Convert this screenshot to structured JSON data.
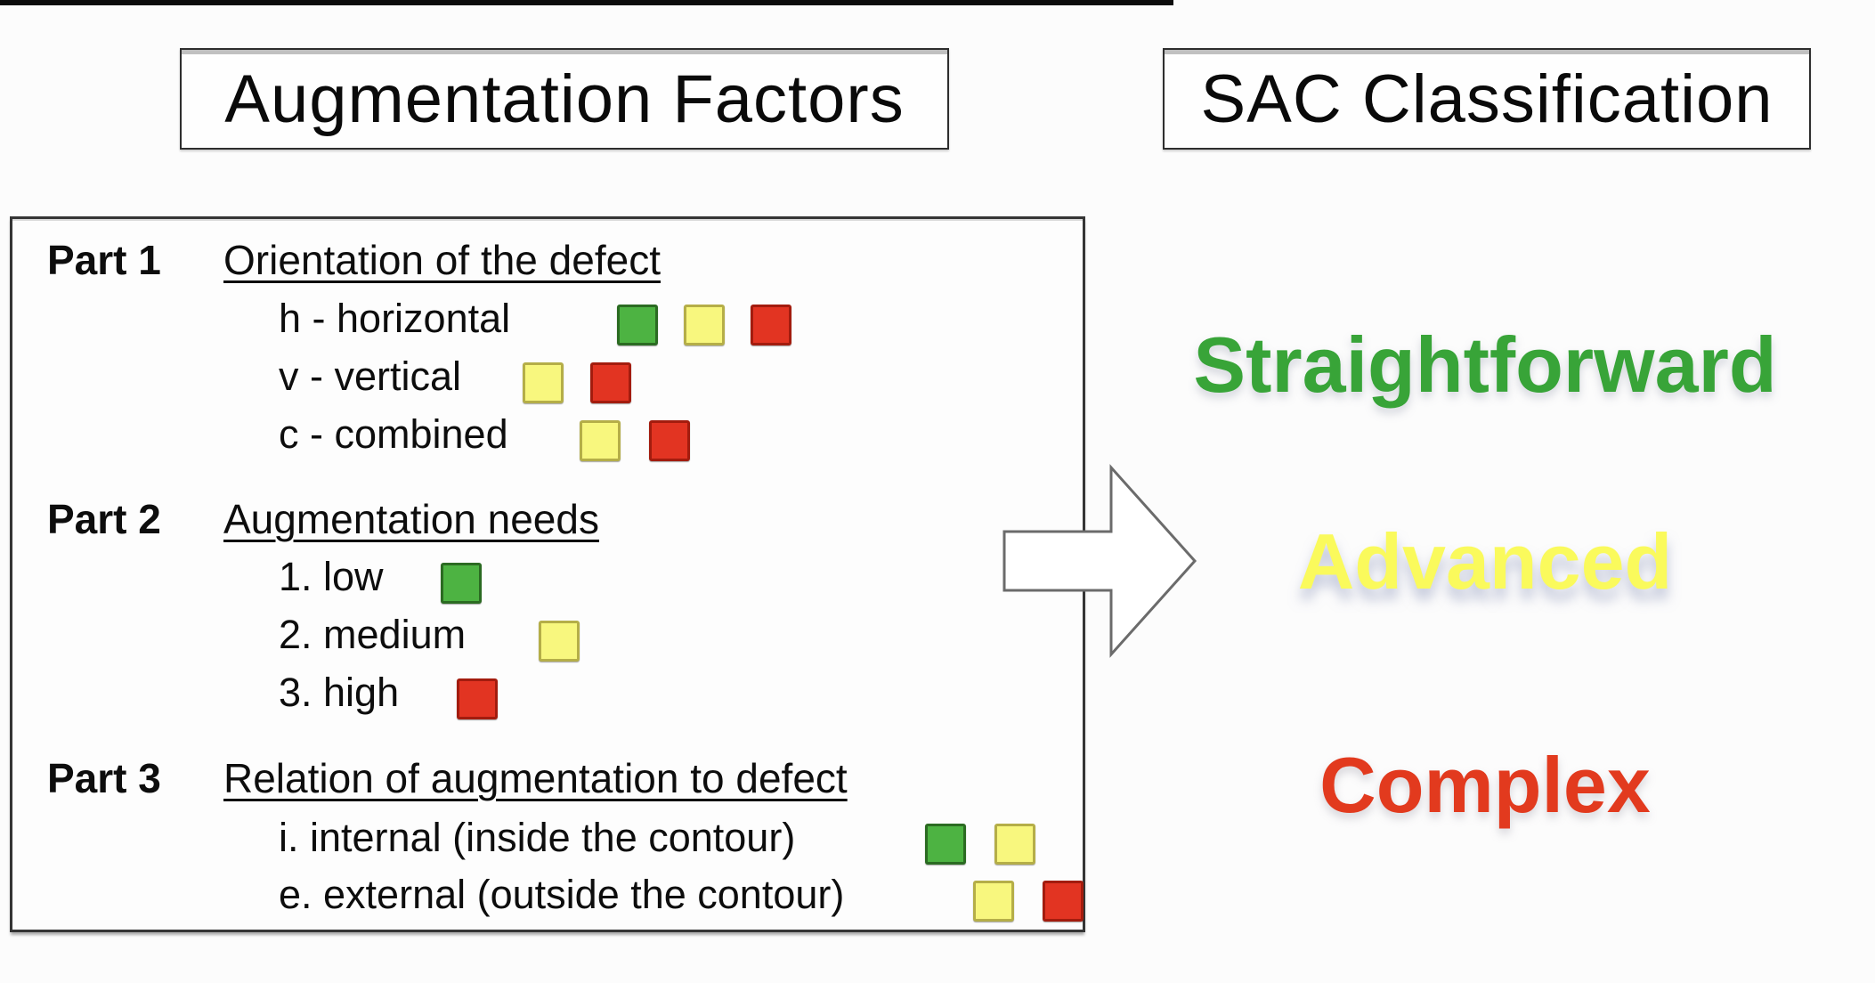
{
  "titles": {
    "left": "Augmentation Factors",
    "right": "SAC Classification"
  },
  "factors": {
    "parts": [
      {
        "label": "Part 1",
        "heading": "Orientation of the defect",
        "rows": [
          {
            "text": "h - horizontal",
            "squares": [
              "green",
              "yellow",
              "red"
            ]
          },
          {
            "text": "v - vertical",
            "squares": [
              "yellow",
              "red"
            ]
          },
          {
            "text": "c - combined",
            "squares": [
              "yellow",
              "red"
            ]
          }
        ]
      },
      {
        "label": "Part 2",
        "heading": "Augmentation needs",
        "rows": [
          {
            "text": "1. low",
            "squares": [
              "green"
            ]
          },
          {
            "text": "2. medium",
            "squares": [
              "yellow"
            ]
          },
          {
            "text": "3. high",
            "squares": [
              "red"
            ]
          }
        ]
      },
      {
        "label": "Part 3",
        "heading": "Relation of augmentation to defect",
        "rows": [
          {
            "text": "i. internal (inside the contour)",
            "squares": [
              "green",
              "yellow"
            ]
          },
          {
            "text": "e. external (outside the contour)",
            "squares": [
              "yellow",
              "red"
            ]
          }
        ]
      }
    ]
  },
  "classification": {
    "items": [
      {
        "label": "Straightforward",
        "color": "#38A438"
      },
      {
        "label": "Advanced",
        "color": "#FAFA5C"
      },
      {
        "label": "Complex",
        "color": "#E23A1E"
      }
    ]
  },
  "colors": {
    "square_green": "#4DB342",
    "square_yellow": "#F8F77E",
    "square_red": "#E23422"
  }
}
